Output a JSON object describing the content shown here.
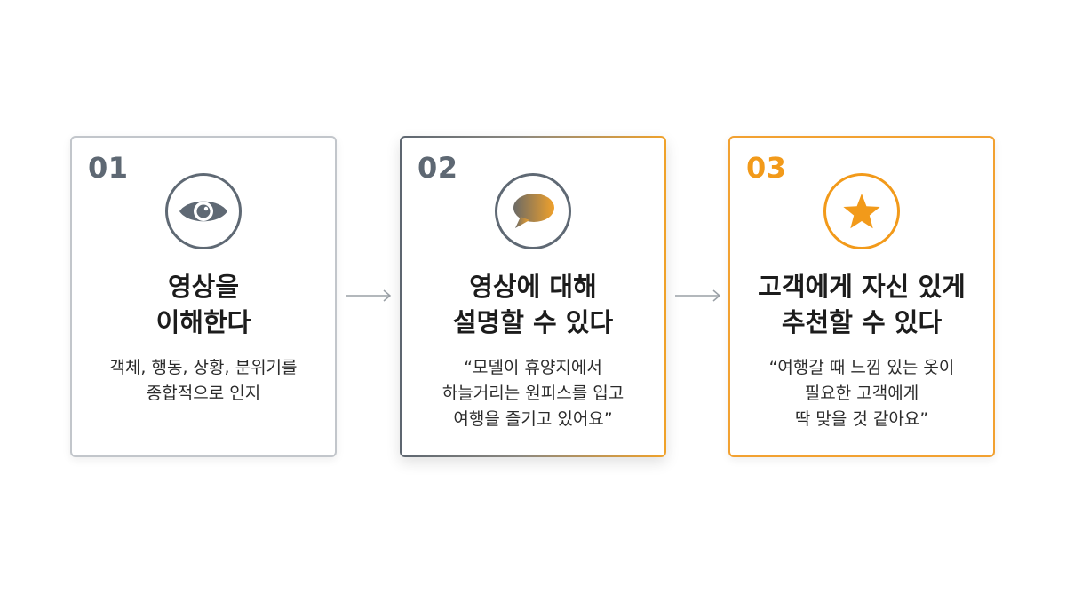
{
  "steps": [
    {
      "number": "01",
      "icon": "eye-icon",
      "title": "영상을\n이해한다",
      "description": "객체, 행동, 상황, 분위기를\n종합적으로 인지"
    },
    {
      "number": "02",
      "icon": "speech-bubble-icon",
      "title": "영상에 대해\n설명할 수 있다",
      "description": "“모델이 휴양지에서\n하늘거리는 원피스를 입고\n여행을 즐기고 있어요”"
    },
    {
      "number": "03",
      "icon": "star-icon",
      "title": "고객에게 자신 있게\n추천할 수 있다",
      "description": "“여행갈 때 느낌 있는 옷이\n필요한 고객에게\n딱 맞을 것 같아요”"
    }
  ],
  "connectors": [
    "arrow-right-icon",
    "arrow-right-icon"
  ],
  "colors": {
    "gray": "#5f6974",
    "orange": "#f29a1a",
    "card_border_gray": "#c2c6cb",
    "text_dark": "#1c1c1c"
  }
}
